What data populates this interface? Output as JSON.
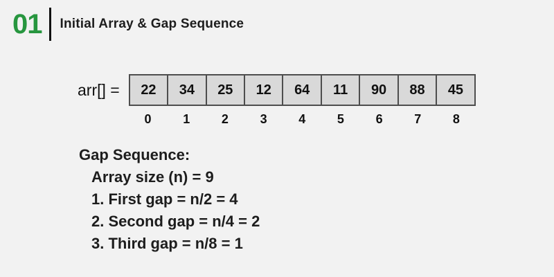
{
  "colors": {
    "background": "#f2f2f2",
    "accent_green": "#27963f",
    "text": "#1d1d1d",
    "cell_fill": "#d9d9d9",
    "cell_border": "#4d4d4d",
    "divider": "#111111"
  },
  "header": {
    "step_number": "01",
    "title": "Initial Array & Gap Sequence"
  },
  "array": {
    "label": "arr[]  =",
    "values": [
      "22",
      "34",
      "25",
      "12",
      "64",
      "11",
      "90",
      "88",
      "45"
    ],
    "indices": [
      "0",
      "1",
      "2",
      "3",
      "4",
      "5",
      "6",
      "7",
      "8"
    ]
  },
  "gap_sequence": {
    "heading": "Gap Sequence:",
    "lines": [
      "Array size (n) = 9",
      "1. First gap = n/2 = 4",
      "2. Second gap = n/4 = 2",
      "3. Third gap = n/8 = 1"
    ]
  }
}
